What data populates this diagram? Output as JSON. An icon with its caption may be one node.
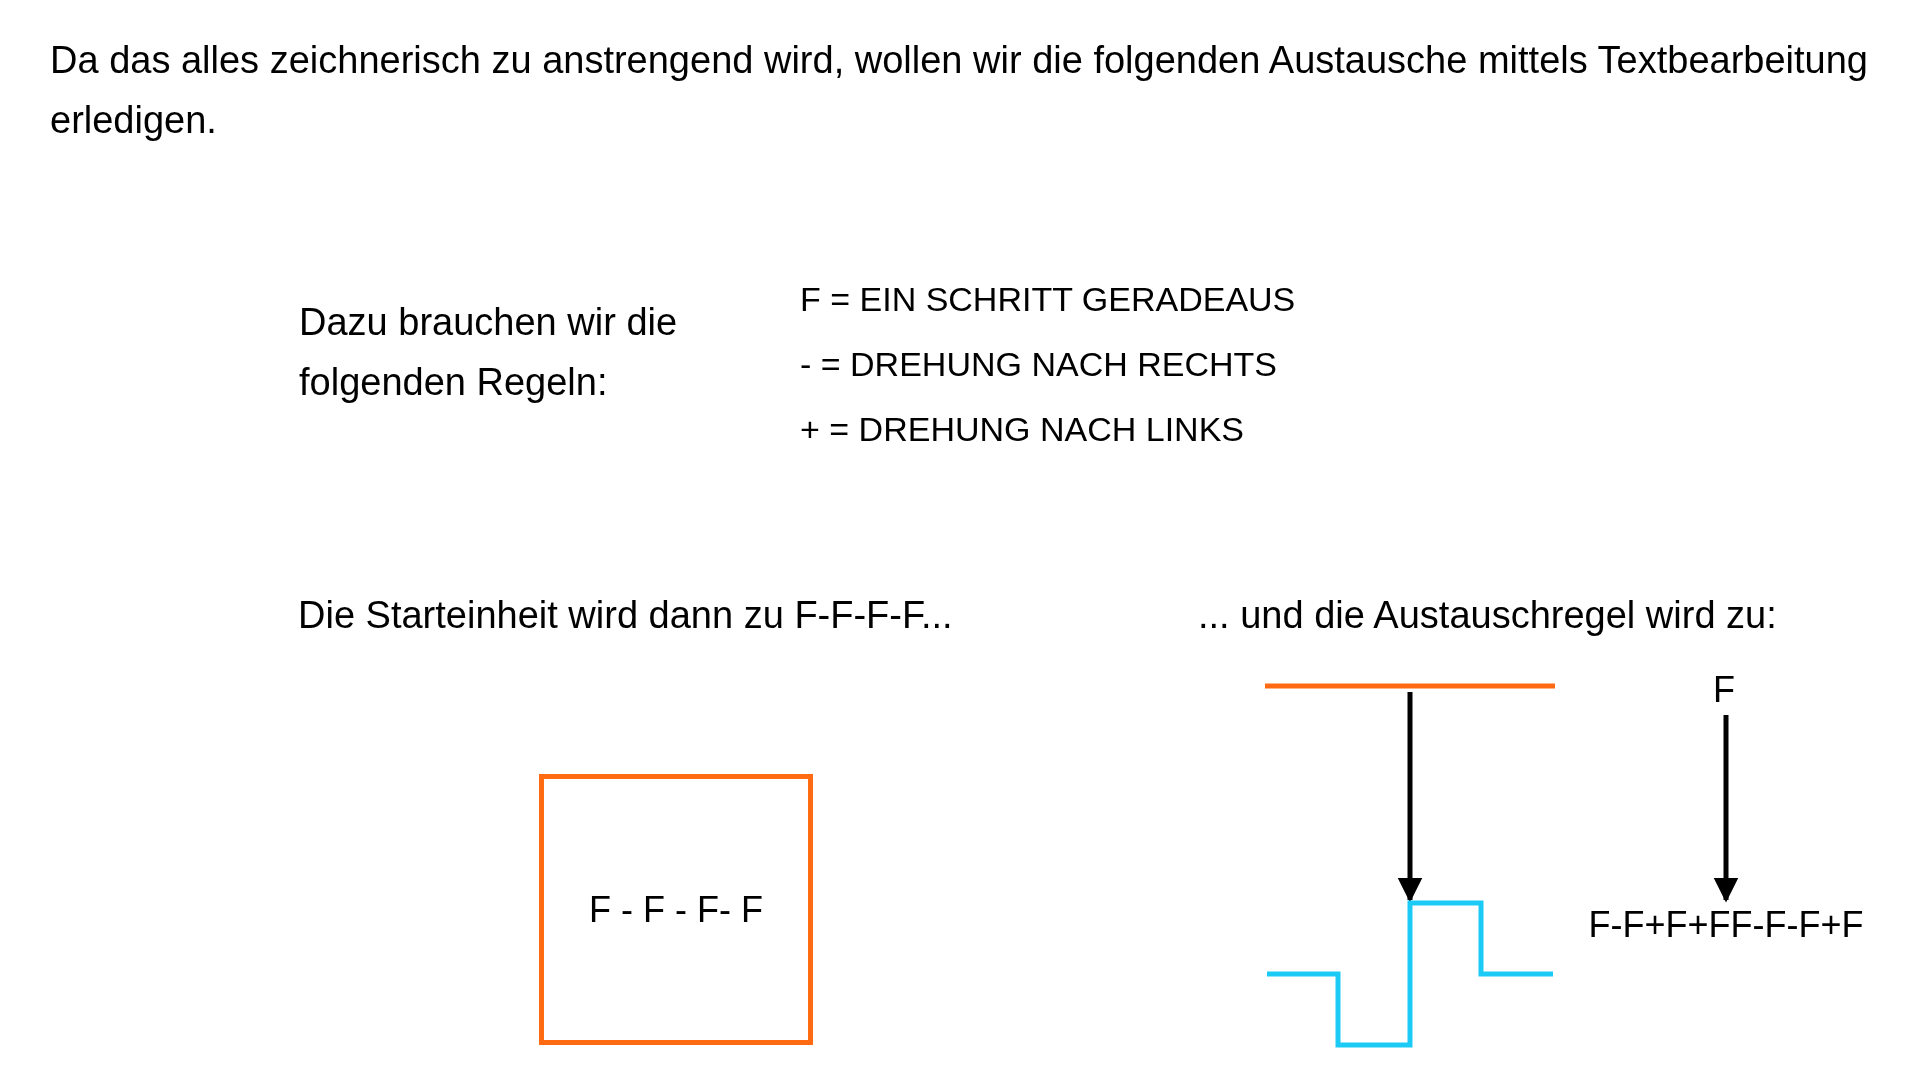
{
  "diagram": {
    "title": "Da das alles zeichnerisch zu anstrengend wird, wollen wir die folgenden Austausche mittels Textbearbeitung erledigen.",
    "nodes": [
      {
        "text": [
          "F - F - F- F"
        ]
      },
      {
        "text": [],
        "shape": "line"
      },
      {
        "text": [],
        "shape": "line"
      },
      {
        "text": [
          "F"
        ]
      },
      {
        "text": [
          "F-F+F+FF-F-F+F"
        ]
      }
    ],
    "edges": [
      {
        "from": 1,
        "to": 2,
        "arrow": "to"
      },
      {
        "from": 3,
        "to": 4,
        "arrow": "to"
      }
    ],
    "labels": [
      "Dazu brauchen wir die folgenden Regeln:",
      "F = EIN SCHRITT GERADEAUS",
      "- = DREHUNG NACH RECHTS",
      "+ = DREHUNG NACH LINKS",
      "Die Starteinheit wird dann zu F-F-F-F...",
      "... und die Austauschregel wird zu:"
    ]
  }
}
